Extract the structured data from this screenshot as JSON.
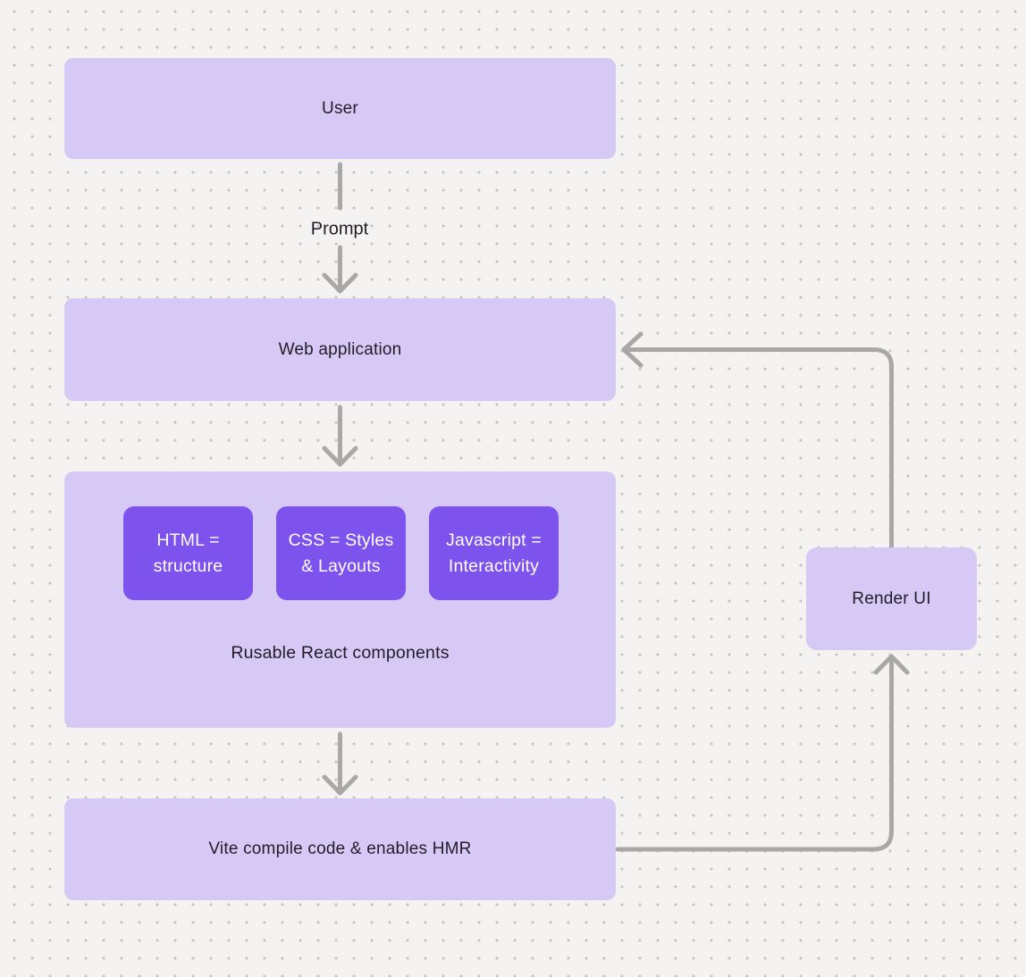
{
  "diagram": {
    "nodes": {
      "user": {
        "label": "User"
      },
      "web_application": {
        "label": "Web application"
      },
      "react_components": {
        "label": "Rusable React components",
        "children": [
          {
            "label": "HTML = structure"
          },
          {
            "label": "CSS = Styles & Layouts"
          },
          {
            "label": "Javascript = Interactivity"
          }
        ]
      },
      "vite": {
        "label": "Vite compile code & enables HMR"
      },
      "render_ui": {
        "label": "Render UI"
      }
    },
    "edge_labels": {
      "prompt": "Prompt"
    },
    "colors": {
      "background": "#f4f3f1",
      "grid_dot": "#c8c6c3",
      "node_fill": "#d7c9f6",
      "chip_fill": "#7e52ec",
      "arrow": "#a9a8a7",
      "text_dark": "#1f1d27",
      "text_light": "#ffffff"
    }
  }
}
